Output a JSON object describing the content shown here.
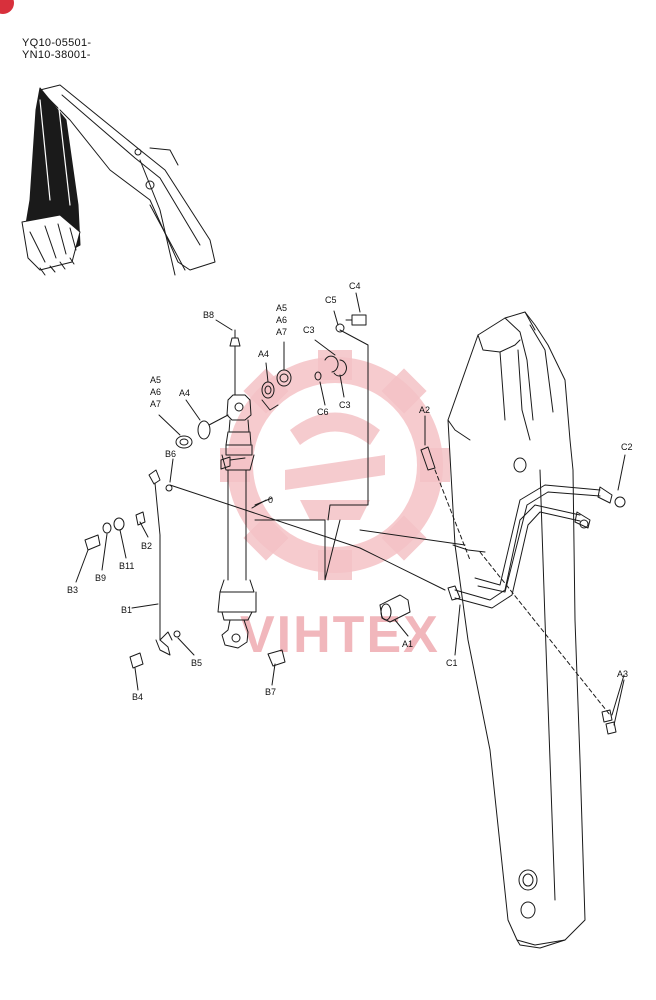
{
  "header": {
    "serial_1": "YQ10-05501-",
    "serial_2": "YN10-38001-"
  },
  "watermark": {
    "text": "VIHTEX",
    "color": "#f1b7bc"
  },
  "colors": {
    "line": "#1a1a1a",
    "badge": "#d8303c",
    "watermark_logo": "#f4c2c6"
  },
  "part_labels": {
    "B8": "B8",
    "A5": "A5",
    "A6": "A6",
    "A7": "A7",
    "A4": "A4",
    "C5": "C5",
    "C4": "C4",
    "C3": "C3",
    "C6": "C6",
    "A2": "A2",
    "C2": "C2",
    "B6": "B6",
    "zero": "0",
    "B2": "B2",
    "B11": "B11",
    "B9": "B9",
    "B3": "B3",
    "B1": "B1",
    "B5": "B5",
    "B4": "B4",
    "B7": "B7",
    "A1": "A1",
    "C1": "C1",
    "A3": "A3"
  }
}
